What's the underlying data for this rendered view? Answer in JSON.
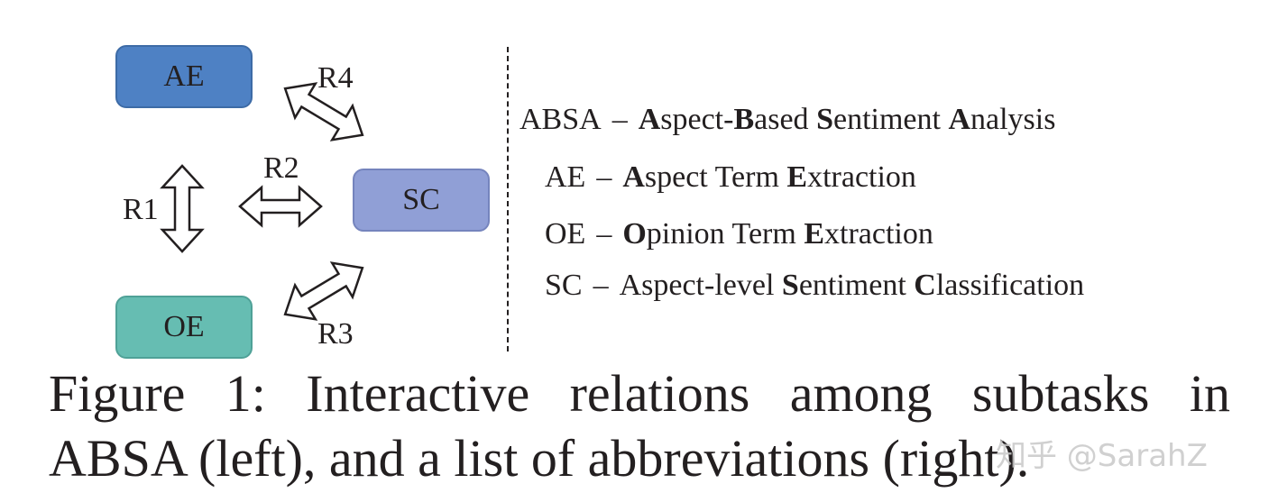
{
  "diagram": {
    "nodes": [
      {
        "id": "AE",
        "label": "AE",
        "color": "#4e81c4"
      },
      {
        "id": "SC",
        "label": "SC",
        "color": "#909fd6"
      },
      {
        "id": "OE",
        "label": "OE",
        "color": "#66bdb2"
      }
    ],
    "relations": [
      {
        "label": "R1",
        "from": "AE",
        "to": "OE"
      },
      {
        "label": "R2",
        "from": "R1",
        "to": "SC"
      },
      {
        "label": "R3",
        "from": "OE",
        "to": "SC"
      },
      {
        "label": "R4",
        "from": "AE",
        "to": "SC"
      }
    ]
  },
  "abbreviations": [
    {
      "key": "ABSA",
      "dash": "–",
      "parts": [
        [
          "A",
          true
        ],
        [
          "spect-",
          false
        ],
        [
          "B",
          true
        ],
        [
          "ased ",
          false
        ],
        [
          "S",
          true
        ],
        [
          "entiment ",
          false
        ],
        [
          "A",
          true
        ],
        [
          "nalysis",
          false
        ]
      ]
    },
    {
      "key": "AE",
      "dash": "–",
      "parts": [
        [
          "A",
          true
        ],
        [
          "spect Term ",
          false
        ],
        [
          "E",
          true
        ],
        [
          "xtraction",
          false
        ]
      ]
    },
    {
      "key": "OE",
      "dash": "–",
      "parts": [
        [
          "O",
          true
        ],
        [
          "pinion Term ",
          false
        ],
        [
          "E",
          true
        ],
        [
          "xtraction",
          false
        ]
      ]
    },
    {
      "key": "SC",
      "dash": "–",
      "parts": [
        [
          "Aspect-level ",
          false
        ],
        [
          "S",
          true
        ],
        [
          "entiment ",
          false
        ],
        [
          "C",
          true
        ],
        [
          "lassification",
          false
        ]
      ]
    }
  ],
  "caption": {
    "line1": "Figure 1:  Interactive relations among subtasks in",
    "line2": "ABSA (left), and a list of abbreviations (right)."
  },
  "watermark": "知乎 @SarahZ"
}
